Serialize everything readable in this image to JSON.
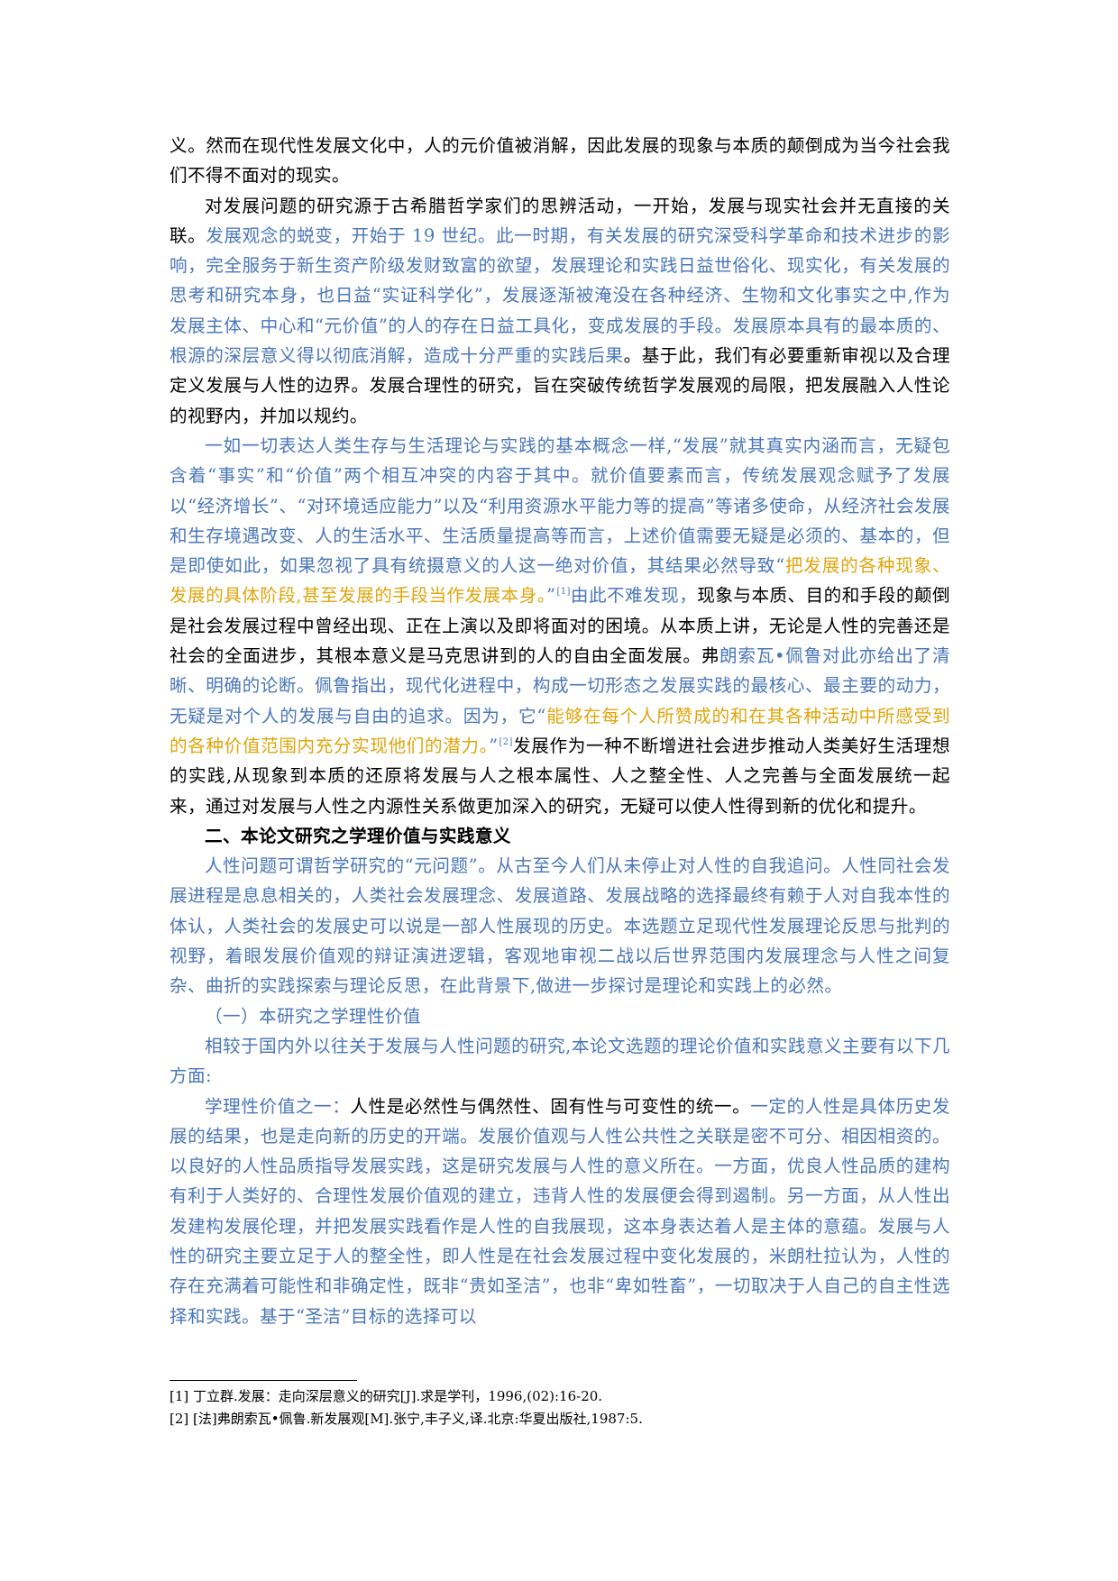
{
  "paragraphs": {
    "p1": {
      "a": "义。然而在现代性发展文化中，人的元价值被消解，因此发展的现象与本质的颠倒成为当今社会我们不得不面对的现实。"
    },
    "p2": {
      "a": "对发展问题的研究源于古希腊哲学家们的思辨活动，一开始，发展与现实社会并无直接的关联。",
      "b": "发展观念的蜕变，开始于 19 世纪。此一时期，有关发展的研究深受科学革命和技术进步的影响，完全服务于新生资产阶级发财致富的欲望，发展理论和实践日益世俗化、现实化，有关发展的思考和研究本身，也日益“实证科学化”，发展逐渐被淹没在各种经济、生物和文化事实之中,作为发展主体、中心和“元价值”的人的存在日益工具化，变成发展的手段。发展原本具有的最本质的、根源的深层意义得以彻底消解，造成十分严重的实践后果",
      "c": "。基于此，我们有必要重新审视以及合理定义发展与人性的边界。发展合理性的研究，旨在突破传统哲学发展观的局限，把发展融入人性论的视野内，并加以规约。"
    },
    "p3": {
      "a": "一如一切表达人类生存与生活理论与实践的基本概念一样,“发展”就其真实内涵而言，无疑包含着“事实”和“价值”两个相互冲突的内容于其中。就价值要素而言，传统发展观念赋予了发展以“经济增长”、“对环境适应能力”以及“利用资源水平能力等的提高”等诸多使命，从经济社会发展和生存境遇改变、人的生活水平、生活质量提高等而言，上述价值需要无疑是必须的、基本的，但是即使如此，如果忽视了具有统摄意义的人这一绝对价值，其结果必然导致“",
      "b": "把发展的各种现象、发展的具体阶段,甚至发展的手段当作发展本身。",
      "c": "”",
      "fn": "[1]",
      "d": "由此不难发现，",
      "e": "现象与本质、目的和手段的颠倒是社会发展过程中曾经出现、正在上演以及即将面对的困境。从本质上讲，无论是人性的完善还是社会的全面进步，其根本意义是马克思讲到的人的自由全面发展。弗",
      "f": "朗索瓦•佩鲁对此亦给出了清晰、明确的论断。佩鲁指出，现代化进程中，构成一切形态之发展实践的最核心、最主要的动力，无疑是对个人的发展与自由的追求。因为，它“",
      "g": "能够在每个人所赞成的和在其各种活动中所感受到的各种价值范围内充分实现他们的潜力。",
      "h": "”",
      "fn2": "[2]",
      "i": "发展作为一种不断增进社会进步推动人类美好生活理想的实践,从现象到本质的还原将发展与人之根本属性、人之整全性、人之完善与全面发展统一起来，通过对发展与人性之内源性关系做更加深入的研究，无疑可以使人性得到新的优化和提升。"
    },
    "h2": "二、本论文研究之学理价值与实践意义",
    "p4": {
      "a": "人性问题可谓哲学研究的“元问题”。从古至今人们从未停止对人性的自我追问。人性同社会发展进程是息息相关的，人类社会发展理念、发展道路、发展战略的选择最终有赖于人对自我本性的体认，人类社会的发展史可以说是一部人性展现的历史。本选题立足现代性发展理论反思与批判的视野，着眼发展价值观的辩证演进逻辑，客观地审视二战以后世界范围内发展理念与人性之间复杂、曲折的实践探索与理论反思，在此背景下,做进一步探讨是理论和实践上的必然。"
    },
    "h3": "（一）本研究之学理性价值",
    "p5": {
      "a": "相较于国内外以往关于发展与人性问题的研究,本论文选题的理论价值和实践意义主要有以下几方面:"
    },
    "p6": {
      "a": "学理性价值之一：",
      "b": "人性是必然性与偶然性、固有性与可变性的统一。",
      "c": "一定的人性是具体历史发展的结果，也是走向新的历史的开端。发展价值观与人性公共性之关联是密不可分、相因相资的。以良好的人性品质指导发展实践，这是研究发展与人性的意义所在。一方面，优良人性品质的建构有利于人类好的、合理性发展价值观的建立，违背人性的发展便会得到遏制。另一方面，从人性出发建构发展伦理，并把发展实践看作是人性的自我展现，这本身表达着人是主体的意蕴。发展与人性的研究主要立足于人的整全性，即人性是在社会发展过程中变化发展的，米朗杜拉认为，人性的存在充满着可能性和非确定性，既非“贵如圣洁”，也非“卑如牲畜”，一切取决于人自己的自主性选择和实践。基于“圣洁”目标的选择可以"
    }
  },
  "footnotes": [
    "[1] 丁立群.发展：走向深层意义的研究[J].求是学刊，1996,(02):16-20.",
    "[2] [法]弗朗索瓦•佩鲁.新发展观[M].张宁,丰子义,译.北京:华夏出版社,1987:5."
  ],
  "colors": {
    "text": "#000000",
    "highlight_blue": "#4a76b8",
    "highlight_gold": "#e0a50c"
  }
}
